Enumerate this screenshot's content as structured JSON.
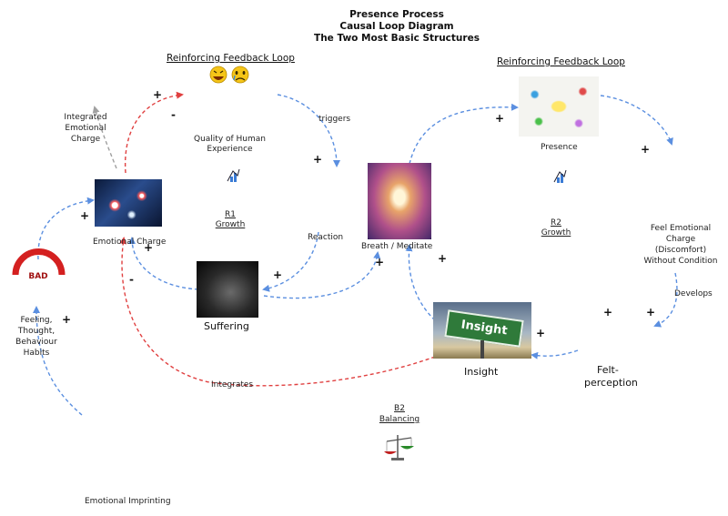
{
  "title": {
    "line1": "Presence Process",
    "line2": "Causal Loop Diagram",
    "line3": "The Two Most Basic Structures"
  },
  "left_loop": {
    "header": "Reinforcing Feedback Loop",
    "quality": "Quality of Human Experience",
    "quality_l1": "Quality of Human",
    "quality_l2": "Experience",
    "code": "R1",
    "kind": "Growth"
  },
  "right_loop": {
    "header": "Reinforcing Feedback Loop",
    "code": "R2",
    "kind": "Growth"
  },
  "balancing_loop": {
    "code": "B2",
    "kind": "Balancing"
  },
  "nodes": {
    "integrated_l1": "Integrated",
    "integrated_l2": "Emotional",
    "integrated_l3": "Charge",
    "emotional_charge": "Emotional Charge",
    "suffering": "Suffering",
    "breath": "Breath / Meditate",
    "presence": "Presence",
    "insight": "Insight",
    "insight_sign": "Insight",
    "feel_l1": "Feel Emotional",
    "feel_l2": "Charge",
    "feel_l3": "(Discomfort)",
    "feel_l4": "Without Condition",
    "felt_l1": "Felt-",
    "felt_l2": "perception",
    "feeling_l1": "Feeling,",
    "feeling_l2": "Thought,",
    "feeling_l3": "Behaviour",
    "feeling_l4": "Habits",
    "imprinting": "Emotional Imprinting",
    "bad_sign": "BAD"
  },
  "links": {
    "triggers": "triggers",
    "reaction": "Reaction",
    "develops": "Develops",
    "integrates": "Integrates"
  },
  "polarity": {
    "plus": "+",
    "minus": "-"
  },
  "colors": {
    "reinforce_arrow": "#5b8fe0",
    "negative_arrow": "#e04040",
    "grey_arrow": "#a0a0a0",
    "sign_green": "#3c8a3c",
    "bad_red": "#d42020"
  },
  "icons": [
    "laughing-face-icon",
    "crying-face-icon",
    "growth-chart-icon",
    "balance-scale-icon"
  ]
}
